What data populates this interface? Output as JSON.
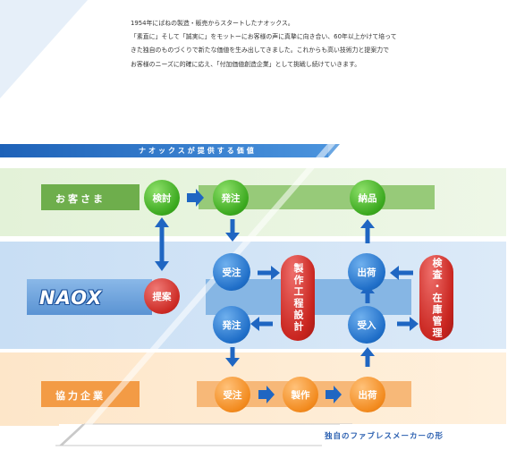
{
  "intro": {
    "lines": [
      "1954年にばねの製造・販売からスタートしたナオックス。",
      "「素直に」そして「誠実に」をモットーにお客様の声に真摯に向き合い、60年以上かけて培って",
      "きた独自のものづくりで新たな価値を生み出してきました。これからも高い技術力と提案力で",
      "お客様のニーズに的確に応え、「付加価値創造企業」として挑戦し続けていきます。"
    ]
  },
  "diagram": {
    "header": "ナオックスが提供する価値",
    "footer": "独自のファブレスメーカーの形",
    "rows": {
      "customer": "お客さま",
      "company_logo": "NAOX",
      "partner": "協力企業"
    },
    "nodes": {
      "kentou": "検討",
      "hacchu_top": "発注",
      "nouhin": "納品",
      "teian": "提案",
      "juchu_mid": "受注",
      "hacchu_mid": "発注",
      "shukka_mid": "出荷",
      "ukeire": "受入",
      "juchu_bottom": "受注",
      "seisaku": "製作",
      "shukka_bottom": "出荷"
    },
    "pills": {
      "design": "製作工程設計",
      "inspection": "検査・在庫管理"
    }
  }
}
